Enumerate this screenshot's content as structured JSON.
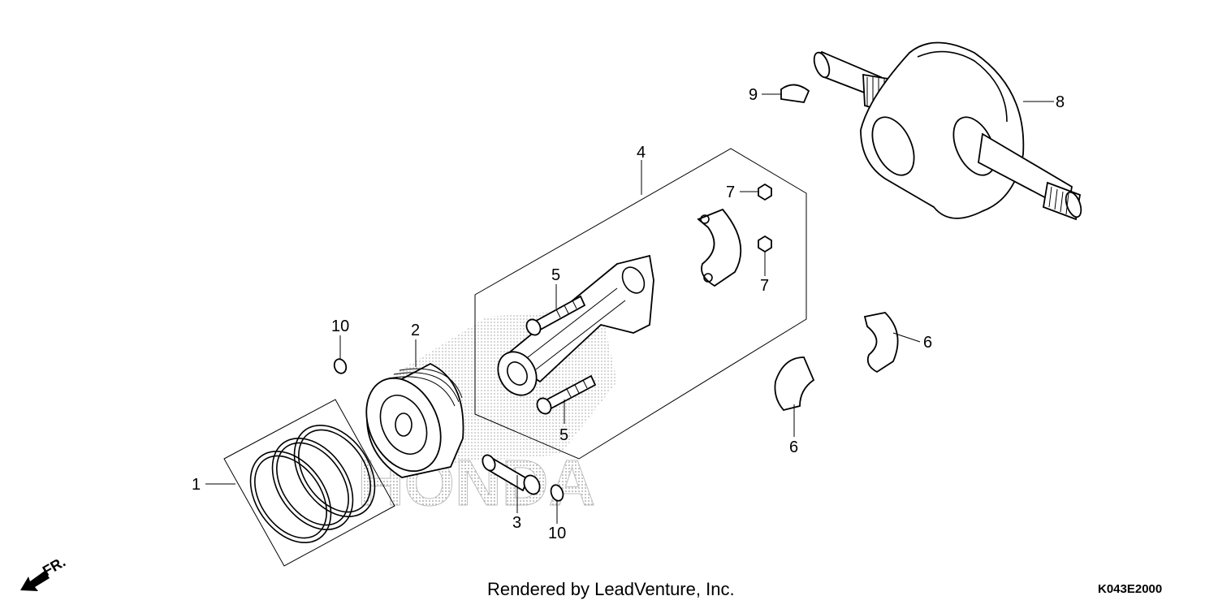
{
  "watermark": "HONDA",
  "footer": {
    "credit": "Rendered by LeadVenture, Inc.",
    "diagram_code": "K043E2000"
  },
  "direction": {
    "label": "FR.",
    "icon": "front-arrow-icon"
  },
  "callouts": {
    "c1": "1",
    "c2": "2",
    "c3": "3",
    "c4": "4",
    "c5a": "5",
    "c5b": "5",
    "c6a": "6",
    "c6b": "6",
    "c7a": "7",
    "c7b": "7",
    "c8": "8",
    "c9": "9",
    "c10a": "10",
    "c10b": "10"
  }
}
